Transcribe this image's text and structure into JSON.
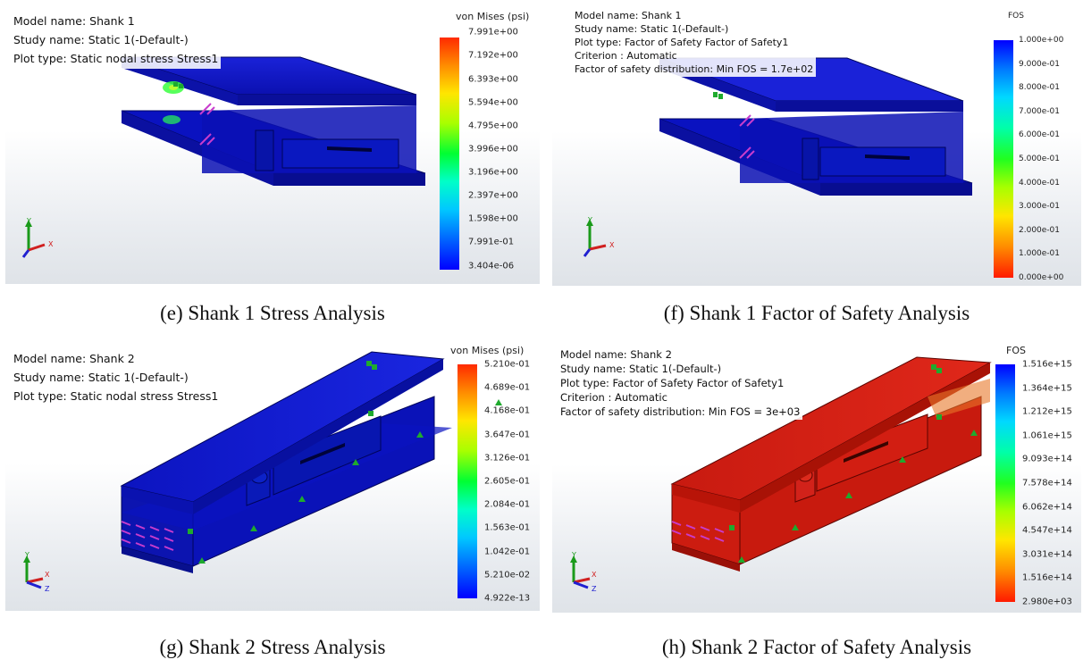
{
  "panels": {
    "e": {
      "info": [
        "Model name: Shank 1",
        "Study name: Static 1(-Default-)",
        "Plot type: Static nodal stress Stress1"
      ],
      "legend_title": "von Mises (psi)",
      "ticks": [
        "7.991e+00",
        "7.192e+00",
        "6.393e+00",
        "5.594e+00",
        "4.795e+00",
        "3.996e+00",
        "3.196e+00",
        "2.397e+00",
        "1.598e+00",
        "7.991e-01",
        "3.404e-06"
      ],
      "caption": "(e) Shank 1 Stress Analysis"
    },
    "f": {
      "info": [
        "Model name: Shank 1",
        "Study name: Static 1(-Default-)",
        "Plot type: Factor of Safety Factor of Safety1",
        "Criterion : Automatic",
        "Factor of safety distribution: Min FOS = 1.7e+02"
      ],
      "legend_title": "FOS",
      "ticks": [
        "1.000e+00",
        "9.000e-01",
        "8.000e-01",
        "7.000e-01",
        "6.000e-01",
        "5.000e-01",
        "4.000e-01",
        "3.000e-01",
        "2.000e-01",
        "1.000e-01",
        "0.000e+00"
      ],
      "caption": "(f) Shank 1 Factor of Safety Analysis"
    },
    "g": {
      "info": [
        "Model name: Shank 2",
        "Study name: Static 1(-Default-)",
        "Plot type: Static nodal stress Stress1"
      ],
      "legend_title": "von Mises (psi)",
      "ticks": [
        "5.210e-01",
        "4.689e-01",
        "4.168e-01",
        "3.647e-01",
        "3.126e-01",
        "2.605e-01",
        "2.084e-01",
        "1.563e-01",
        "1.042e-01",
        "5.210e-02",
        "4.922e-13"
      ],
      "caption": "(g) Shank 2 Stress Analysis"
    },
    "h": {
      "info": [
        "Model name: Shank 2",
        "Study name: Static 1(-Default-)",
        "Plot type: Factor of Safety Factor of Safety1",
        "Criterion : Automatic",
        "Factor of safety distribution: Min FOS = 3e+03"
      ],
      "legend_title": "FOS",
      "ticks": [
        "1.516e+15",
        "1.364e+15",
        "1.212e+15",
        "1.061e+15",
        "9.093e+14",
        "7.578e+14",
        "6.062e+14",
        "4.547e+14",
        "3.031e+14",
        "1.516e+14",
        "2.980e+03"
      ],
      "caption": "(h) Shank 2 Factor of Safety Analysis"
    }
  },
  "axis_labels": {
    "y": "Y",
    "x": "X",
    "z": "Z"
  },
  "colors": {
    "model_blue": "#0a12c8",
    "model_red": "#d81e10",
    "fixture_green": "#1faa2e",
    "load_magenta": "#c83ccc"
  }
}
